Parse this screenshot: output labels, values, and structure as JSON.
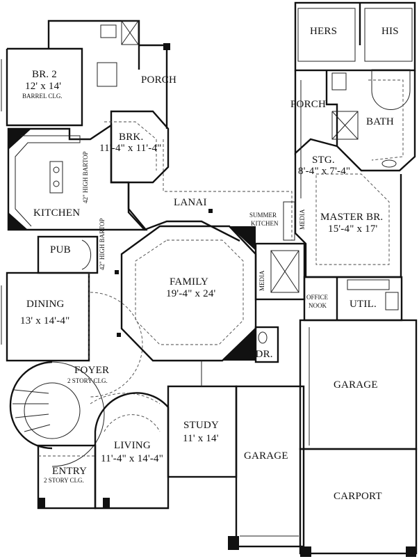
{
  "rooms": {
    "hers": "HERS",
    "his": "HIS",
    "br2": {
      "name": "BR. 2",
      "size": "12' x 14'",
      "note": "BARREL CLG."
    },
    "porch_top": "PORCH",
    "porch_right": "PORCH",
    "bath": "BATH",
    "brk": {
      "name": "BRK.",
      "size": "11'-4\" x 11'-4\""
    },
    "stg": {
      "name": "STG.",
      "size": "8'-4\" x 7'-4\""
    },
    "bartop_kitchen": "42\" HIGH BARTOP",
    "kitchen": "KITCHEN",
    "lanai": "LANAI",
    "summer_kitchen": {
      "line1": "SUMMER",
      "line2": "KITCHEN"
    },
    "media_upper": "MEDIA",
    "master": {
      "name": "MASTER BR.",
      "size": "15'-4\" x 17'"
    },
    "pub": "PUB",
    "bartop_pub": "42\" HIGH BARTOP",
    "family": {
      "name": "FAMILY",
      "size": "19'-4\" x 24'"
    },
    "media_lower": "MEDIA",
    "office_nook": {
      "line1": "OFFICE",
      "line2": "NOOK"
    },
    "util": "UTIL.",
    "dining": {
      "name": "DINING",
      "size": "13' x 14'-4\""
    },
    "pdr": "PDR.",
    "foyer": {
      "name": "FOYER",
      "note": "2 STORY CLG."
    },
    "garage_right": "GARAGE",
    "study": {
      "name": "STUDY",
      "size": "11' x 14'"
    },
    "living": {
      "name": "LIVING",
      "size": "11'-4\" x 14'-4\""
    },
    "garage_center": "GARAGE",
    "entry": {
      "name": "ENTRY",
      "note": "2 STORY CLG."
    },
    "carport": "CARPORT"
  }
}
